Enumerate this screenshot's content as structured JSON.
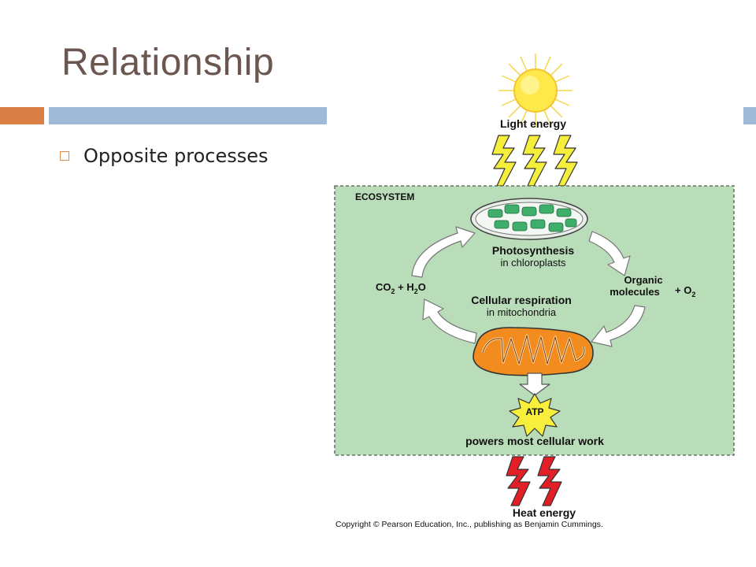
{
  "slide": {
    "title": "Relationship",
    "bullets": [
      "Opposite processes"
    ],
    "colors": {
      "accent_orange": "#d97f45",
      "accent_blue": "#9fb9d6",
      "title_text": "#6b5750"
    }
  },
  "diagram": {
    "light_label": "Light energy",
    "ecosystem_label": "ECOSYSTEM",
    "photosynthesis_label": "Photosynthesis",
    "photosynthesis_sub": "in chloroplasts",
    "co2_h2o": {
      "co": "CO",
      "sub2": "2",
      "plus_h": " + H",
      "sub2b": "2",
      "o": "O"
    },
    "organic_line1": "Organic",
    "organic_line2": "molecules",
    "o2": {
      "plus": "+ O",
      "sub": "2"
    },
    "respiration_label": "Cellular respiration",
    "respiration_sub": "in mitochondria",
    "atp_label": "ATP",
    "work_label": "powers most cellular work",
    "heat_label": "Heat energy",
    "copyright": "Copyright © Pearson Education, Inc., publishing as Benjamin Cummings.",
    "colors": {
      "ecosystem_fill": "#b9dcb9",
      "sun": "#ffe94a",
      "bolt_light": "#f5ee3a",
      "bolt_heat": "#e21f26",
      "mito": "#f28c1e",
      "chloro": "#3fae6b"
    }
  }
}
